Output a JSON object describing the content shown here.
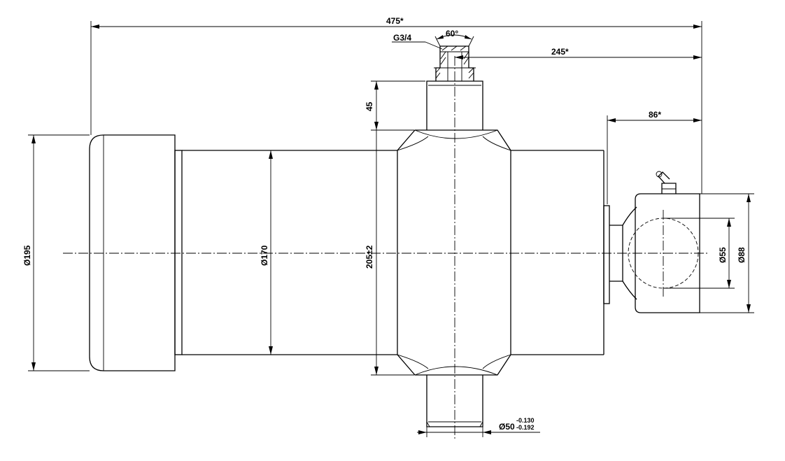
{
  "dimensions": {
    "overall_length": "475*",
    "port_thread": "G3/4",
    "port_angle": "60°",
    "port_offset": "245*",
    "pin_offset": "86*",
    "port_boss_height": "45",
    "barrel_diameter": "Ø195",
    "tube_diameter": "Ø170",
    "trunnion_width": "205±2",
    "bore_diameter": "Ø55",
    "eye_diameter": "Ø88",
    "shaft_diameter": "Ø50",
    "shaft_tol_upper": "-0.130",
    "shaft_tol_lower": "-0.192"
  }
}
